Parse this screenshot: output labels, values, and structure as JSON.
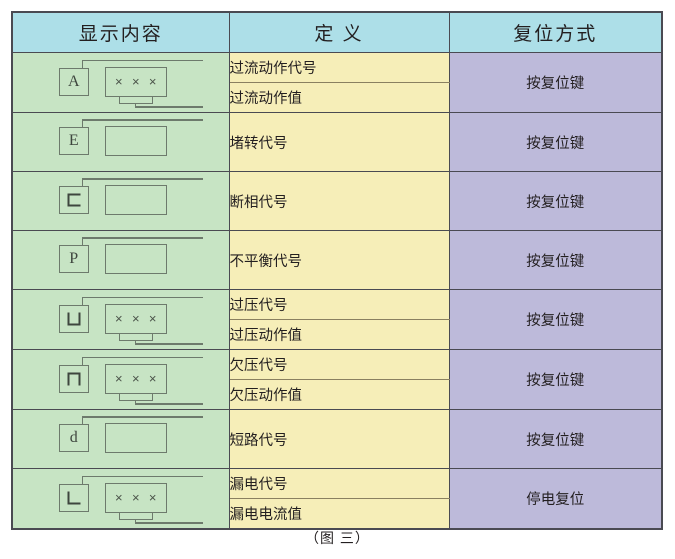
{
  "table": {
    "headers": [
      {
        "label": "显示内容",
        "name": "display-content"
      },
      {
        "label": "定 义",
        "name": "definition"
      },
      {
        "label": "复位方式",
        "name": "reset-method"
      }
    ],
    "colors": {
      "header_bg": "#addfe8",
      "display_col_bg": "#c7e4c4",
      "definition_col_bg": "#f6eeb8",
      "reset_col_bg": "#bdbada",
      "border": "#4a4a52",
      "ink": "#231f20"
    },
    "rows": [
      {
        "code": "A",
        "code_style": "text",
        "value_digits": "× × ×",
        "has_value": true,
        "definitions": [
          "过流动作代号",
          "过流动作值"
        ],
        "reset": "按复位键"
      },
      {
        "code": "E",
        "code_style": "text",
        "value_digits": "",
        "has_value": false,
        "definitions": [
          "堵转代号"
        ],
        "reset": "按复位键"
      },
      {
        "code": "C",
        "code_style": "seg-c",
        "value_digits": "",
        "has_value": false,
        "definitions": [
          "断相代号"
        ],
        "reset": "按复位键"
      },
      {
        "code": "P",
        "code_style": "text",
        "value_digits": "",
        "has_value": false,
        "definitions": [
          "不平衡代号"
        ],
        "reset": "按复位键"
      },
      {
        "code": "U",
        "code_style": "seg-u",
        "value_digits": "× × ×",
        "has_value": true,
        "definitions": [
          "过压代号",
          "过压动作值"
        ],
        "reset": "按复位键"
      },
      {
        "code": "n",
        "code_style": "seg-n",
        "value_digits": "× × ×",
        "has_value": true,
        "definitions": [
          "欠压代号",
          "欠压动作值"
        ],
        "reset": "按复位键"
      },
      {
        "code": "d",
        "code_style": "text",
        "value_digits": "",
        "has_value": false,
        "definitions": [
          "短路代号"
        ],
        "reset": "按复位键"
      },
      {
        "code": "L",
        "code_style": "seg-l",
        "value_digits": "× × ×",
        "has_value": true,
        "definitions": [
          "漏电代号",
          "漏电电流值"
        ],
        "reset": "停电复位"
      }
    ]
  },
  "caption": "（图 三）"
}
